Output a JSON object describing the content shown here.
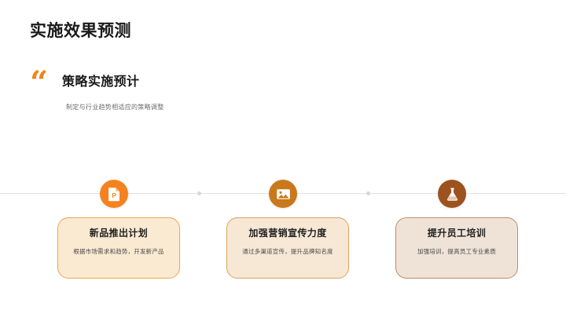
{
  "slide": {
    "title": "实施效果预测",
    "quote": {
      "mark": "“",
      "heading": "策略实施预计",
      "subtitle": "制定与行业趋势相适应的策略调整"
    },
    "timeline": {
      "items": [
        {
          "icon": "file-document-icon",
          "icon_color": "#F58220",
          "title": "新品推出计划",
          "description": "根据市场需求和趋势，开发新产品",
          "card_bg": "#FBEAD2",
          "card_border": "#E8A84B"
        },
        {
          "icon": "image-picture-icon",
          "icon_color": "#C9791B",
          "title": "加强营销宣传力度",
          "description": "通过多渠道宣传，提升品牌知名度",
          "card_bg": "#F7E8D6",
          "card_border": "#D9A25C"
        },
        {
          "icon": "flask-beaker-icon",
          "icon_color": "#9C5320",
          "title": "提升员工培训",
          "description": "加强培训，提高员工专业素质",
          "card_bg": "#EFE3D8",
          "card_border": "#C08C5E"
        }
      ],
      "connector_color": "#e2e2e2",
      "dot_color": "#d8d8d8"
    },
    "accent_color": "#F08519"
  }
}
